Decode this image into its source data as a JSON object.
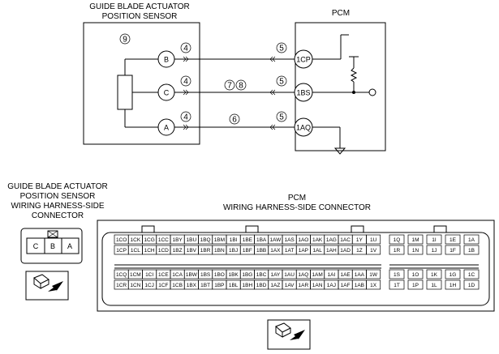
{
  "sensor": {
    "title_line1": "GUIDE BLADE ACTUATOR",
    "title_line2": "POSITION SENSOR",
    "callout": "9",
    "pins": [
      "B",
      "C",
      "A"
    ]
  },
  "pcm": {
    "title": "PCM",
    "terminals": [
      "1CP",
      "1BS",
      "1AQ"
    ]
  },
  "wire_callouts": {
    "left": [
      "4",
      "4",
      "4"
    ],
    "right": [
      "5",
      "5",
      "5"
    ],
    "wire_c": [
      "7",
      "8"
    ],
    "wire_a": [
      "6"
    ]
  },
  "sensor_connector": {
    "title_lines": [
      "GUIDE BLADE ACTUATOR",
      "POSITION SENSOR",
      "WIRING HARNESS-SIDE",
      "CONNECTOR"
    ],
    "pins": [
      "C",
      "B",
      "A"
    ]
  },
  "pcm_connector": {
    "title_lines": [
      "PCM",
      "WIRING HARNESS-SIDE CONNECTOR"
    ],
    "left_block": {
      "row1": [
        "1CO",
        "1CK",
        "1CG",
        "1CC",
        "1BY",
        "1BU",
        "1BQ",
        "1BM",
        "1BI",
        "1BE",
        "1BA",
        "1AW",
        "1AS",
        "1AO",
        "1AK",
        "1AG",
        "1AC",
        "1Y",
        "1U"
      ],
      "row2": [
        "1CP",
        "1CL",
        "1CH",
        "1CD",
        "1BZ",
        "1BV",
        "1BR",
        "1BN",
        "1BJ",
        "1BF",
        "1BB",
        "1AX",
        "1AT",
        "1AP",
        "1AL",
        "1AH",
        "1AD",
        "1Z",
        "1V"
      ],
      "row3": [
        "1CQ",
        "1CM",
        "1CI",
        "1CE",
        "1CA",
        "1BW",
        "1BS",
        "1BO",
        "1BK",
        "1BG",
        "1BC",
        "1AY",
        "1AU",
        "1AQ",
        "1AM",
        "1AI",
        "1AE",
        "1AA",
        "1W"
      ],
      "row4": [
        "1CR",
        "1CN",
        "1CJ",
        "1CF",
        "1CB",
        "1BX",
        "1BT",
        "1BP",
        "1BL",
        "1BH",
        "1BD",
        "1AZ",
        "1AV",
        "1AR",
        "1AN",
        "1AJ",
        "1AF",
        "1AB",
        "1X"
      ]
    },
    "right_block": {
      "row1": [
        "1Q",
        "1M",
        "1I",
        "1E",
        "1A"
      ],
      "row2": [
        "1R",
        "1N",
        "1J",
        "1F",
        "1B"
      ],
      "row3": [
        "1S",
        "1O",
        "1K",
        "1G",
        "1C"
      ],
      "row4": [
        "1T",
        "1P",
        "1L",
        "1H",
        "1D"
      ]
    }
  }
}
